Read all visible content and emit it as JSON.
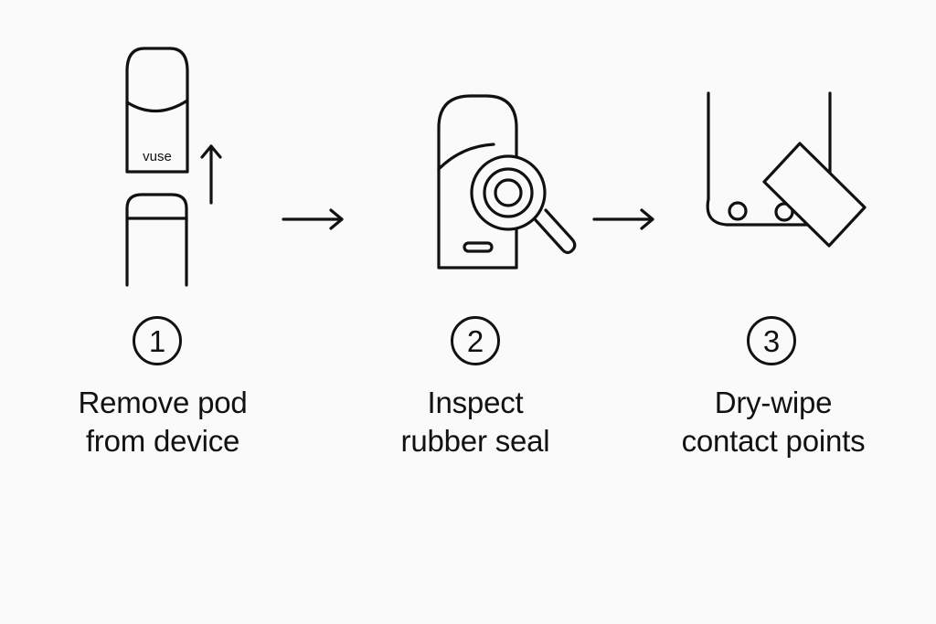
{
  "steps": [
    {
      "number": "1",
      "label_line1": "Remove pod",
      "label_line2": "from device",
      "pod_brand": "vuse",
      "icons": [
        "vape-pod-icon",
        "arrow-up-icon",
        "device-body-icon"
      ]
    },
    {
      "number": "2",
      "label_line1": "Inspect",
      "label_line2": "rubber seal",
      "icons": [
        "vape-pod-icon",
        "magnifying-glass-icon"
      ]
    },
    {
      "number": "3",
      "label_line1": "Dry-wipe",
      "label_line2": "contact points",
      "icons": [
        "device-contacts-icon",
        "wipe-cloth-icon"
      ]
    }
  ],
  "connectors": [
    "arrow-right-icon",
    "arrow-right-icon"
  ],
  "colors": {
    "background": "#fafafa",
    "ink": "#111111"
  }
}
